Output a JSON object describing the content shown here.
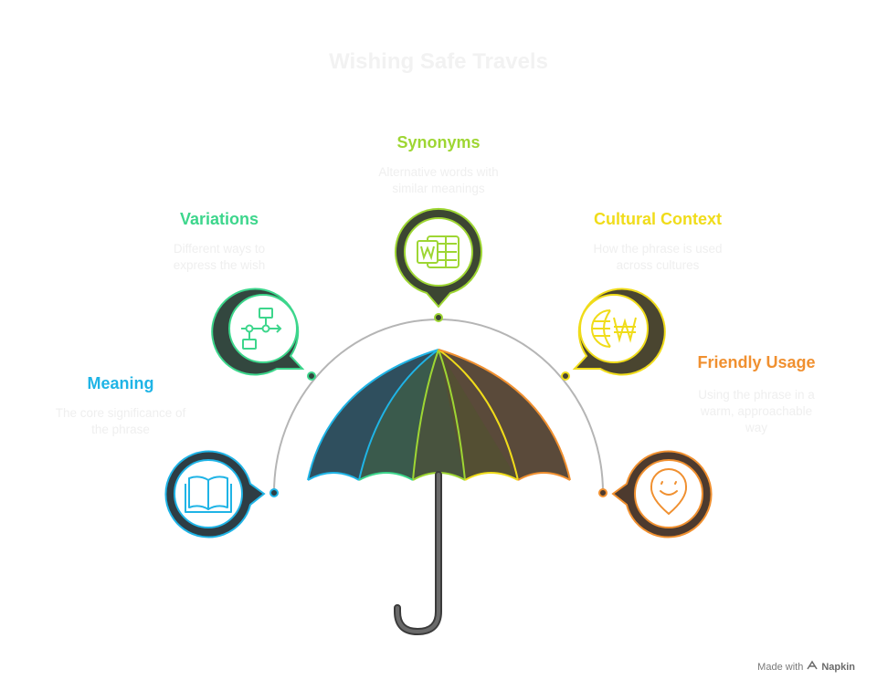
{
  "title": "Wishing Safe Travels",
  "items": [
    {
      "key": "meaning",
      "label": "Meaning",
      "description_lines": [
        "The core significance of",
        "the phrase"
      ],
      "color": "#1fb4e6",
      "icon": "open-book-icon"
    },
    {
      "key": "variations",
      "label": "Variations",
      "description_lines": [
        "Different ways to",
        "express the wish"
      ],
      "color": "#3dd68c",
      "icon": "flowchart-icon"
    },
    {
      "key": "synonyms",
      "label": "Synonyms",
      "description_lines": [
        "Alternative words with",
        "similar meanings"
      ],
      "color": "#9ed633",
      "icon": "word-document-icon"
    },
    {
      "key": "cultural",
      "label": "Cultural Context",
      "description_lines": [
        "How the phrase is used",
        "across cultures"
      ],
      "color": "#f0dc1a",
      "icon": "globe-currency-icon"
    },
    {
      "key": "friendly",
      "label": "Friendly Usage",
      "description_lines": [
        "Using the phrase in a",
        "warm, approachable",
        "way"
      ],
      "color": "#f09030",
      "icon": "smile-pin-icon"
    }
  ],
  "umbrella": {
    "panel_colors": [
      "#2f4f5e",
      "#3a5a4c",
      "#48533e",
      "#544f33",
      "#5a4a3a"
    ],
    "edge_colors": [
      "#1fb4e6",
      "#3dd68c",
      "#9ed633",
      "#f0dc1a",
      "#f09030"
    ],
    "arc_color": "#b5b5b5",
    "handle_color": "#4a4a4a"
  },
  "credit": {
    "prefix": "Made with",
    "brand": "Napkin"
  }
}
